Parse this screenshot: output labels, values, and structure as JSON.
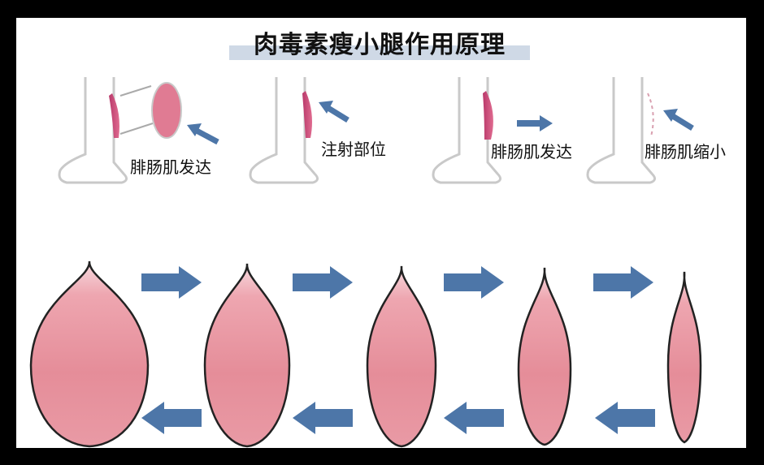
{
  "title": "肉毒素瘦小腿作用原理",
  "colors": {
    "frame": "#000000",
    "background": "#ffffff",
    "arrow": "#4d76a8",
    "muscle": "#e58d99",
    "muscle_dark": "#a8325a",
    "title_highlight": "#cfd9e6"
  },
  "top_row": [
    {
      "label": "腓肠肌发达",
      "icon": "leg-with-enlarged-calf"
    },
    {
      "label": "注射部位",
      "icon": "leg-injection-site"
    },
    {
      "label": "腓肠肌发达",
      "icon": "leg-with-enlarged-calf"
    },
    {
      "label": "腓肠肌缩小",
      "icon": "leg-with-reduced-calf"
    }
  ],
  "bottom_row": {
    "stages": 5,
    "forward_arrows": 4,
    "backward_arrows": 4
  }
}
